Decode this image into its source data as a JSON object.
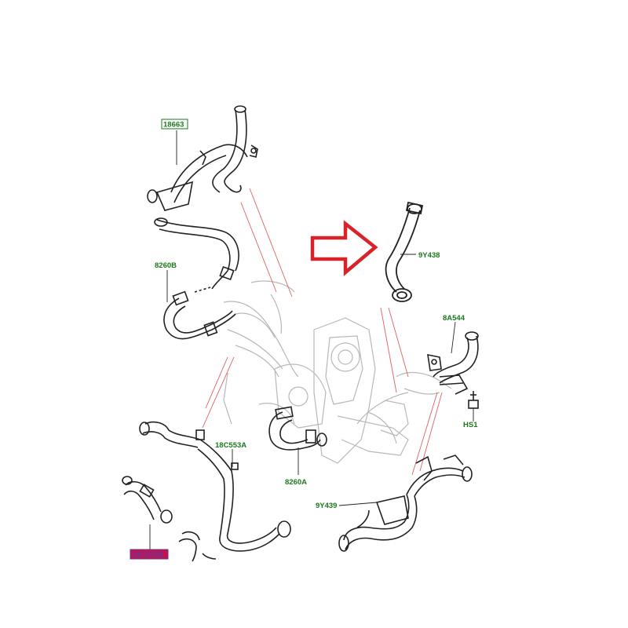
{
  "diagram": {
    "labels": {
      "p18663": "18663",
      "p8260b": "8260B",
      "p9y438": "9Y438",
      "p8a544": "8A544",
      "phs1": "HS1",
      "p18c553a": "18C553A",
      "p8260a": "8260A",
      "p9y439": "9Y439",
      "p18c553b": "18C553B"
    },
    "colors": {
      "label_text": "#1a7a1a",
      "label_box_border": "#1a7a1a",
      "highlight_fill": "#c8104a",
      "highlight_text": "#5a3aa0",
      "arrow": "#d9232a",
      "callout_line": "#e06060",
      "part_stroke": "#222222",
      "ghost_stroke": "#b8b8b8"
    },
    "icons": {
      "pointer": "red-outline-arrow-right"
    }
  }
}
